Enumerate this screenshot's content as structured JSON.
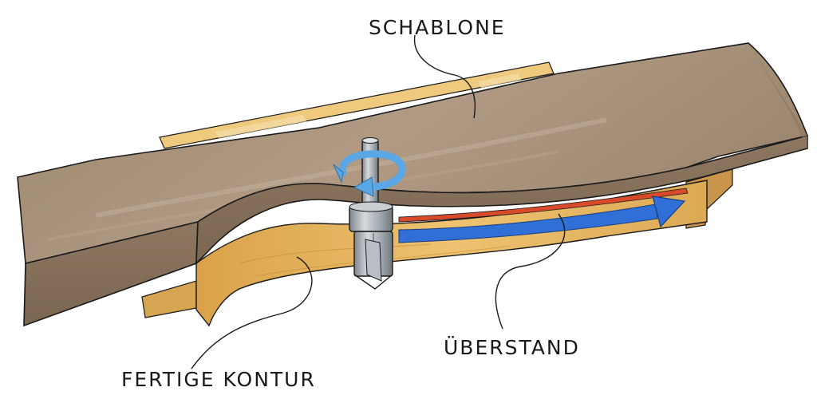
{
  "labels": {
    "template": "SCHABLONE",
    "overhang": "ÜBERSTAND",
    "finished_contour": "FERTIGE KONTUR"
  },
  "colors": {
    "background": "#ffffff",
    "template_top": "#a48f78",
    "template_front": "#8b7560",
    "workpiece_wood": "#e3b45a",
    "spacer_wood": "#efc97d",
    "overhang_red": "#d94a2b",
    "feed_arrow_blue": "#2f6fd6",
    "rotation_arrow_blue": "#5aa7e6",
    "router_bit_metal": "#a9b0b5",
    "ink": "#1a1a1a"
  },
  "icons": [
    "router-bit-icon",
    "rotation-arrow-icon",
    "feed-direction-arrow-icon"
  ]
}
